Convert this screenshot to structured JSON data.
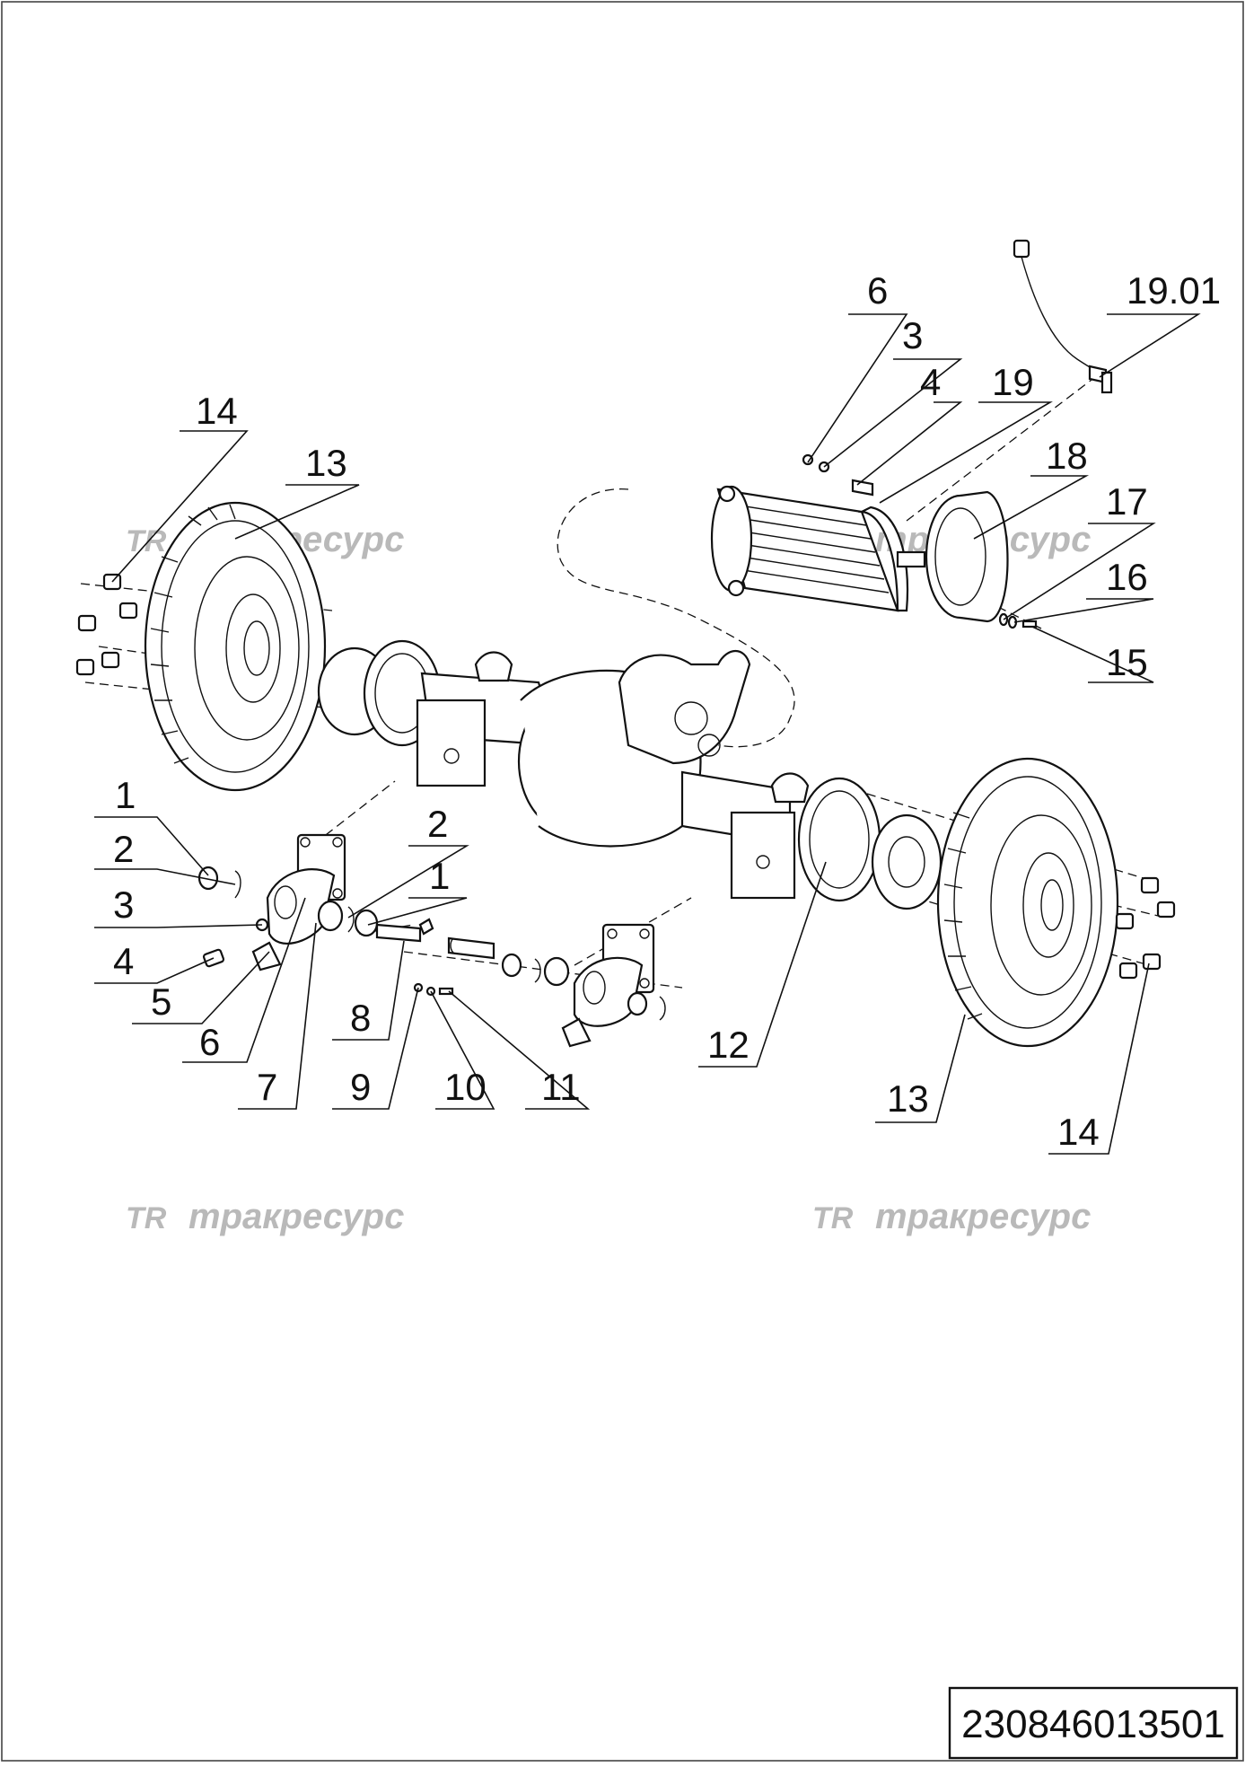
{
  "drawing": {
    "document_number": "230846013501"
  },
  "watermark": {
    "logo": "TR",
    "text": "тракресурс"
  },
  "callouts": {
    "c_6_top": "6",
    "c_3_top": "3",
    "c_4_top": "4",
    "c_19": "19",
    "c_19_01": "19.01",
    "c_18": "18",
    "c_17": "17",
    "c_16": "16",
    "c_15": "15",
    "c_14_left": "14",
    "c_13_left": "13",
    "c_1_left": "1",
    "c_2_left": "2",
    "c_3_left": "3",
    "c_4_left": "4",
    "c_5": "5",
    "c_6_left": "6",
    "c_7": "7",
    "c_2_mid": "2",
    "c_1_mid": "1",
    "c_8": "8",
    "c_9": "9",
    "c_10": "10",
    "c_11": "11",
    "c_12": "12",
    "c_13_right": "13",
    "c_14_right": "14"
  }
}
